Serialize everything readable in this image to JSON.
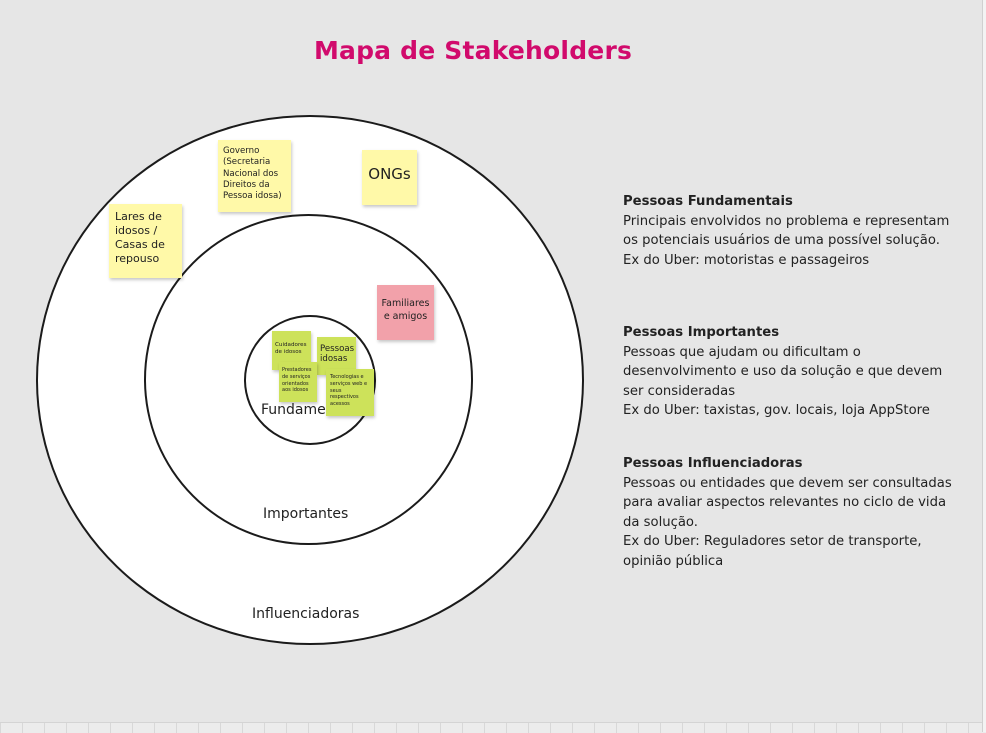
{
  "title": "Mapa de Stakeholders",
  "rings": {
    "inner_label": "Fundame",
    "middle_label": "Importantes",
    "outer_label": "Influenciadoras"
  },
  "stickies": {
    "lares": "Lares de idosos / Casas de repouso",
    "governo": "Governo (Secretaria Nacional dos Direitos da Pessoa idosa)",
    "ongs": "ONGs",
    "familiares": "Familiares e amigos",
    "cuidadores": "Cuidadores de idosos",
    "pessoas_idosas": "Pessoas idosas",
    "prestadores": "Prestadores de serviços orientados aos idosos",
    "tecnologia": "Tecnologias e serviços web e seus respectivos acessos"
  },
  "colors": {
    "title": "#d10a6c",
    "sticky_yellow": "#fff9a8",
    "sticky_pink": "#f2a1aa",
    "sticky_green": "#cde25a"
  },
  "legend": [
    {
      "heading": "Pessoas Fundamentais",
      "lines": [
        "Principais envolvidos no problema e representam",
        "os potenciais usuários de uma possível solução.",
        "Ex do Uber: motoristas e passageiros"
      ]
    },
    {
      "heading": "Pessoas Importantes",
      "lines": [
        "Pessoas que ajudam ou dificultam o",
        "desenvolvimento e uso da solução e que devem",
        "ser consideradas",
        "Ex do Uber: taxistas, gov. locais, loja AppStore"
      ]
    },
    {
      "heading": "Pessoas Influenciadoras",
      "lines": [
        "Pessoas ou entidades que devem ser consultadas",
        "para avaliar aspectos relevantes no ciclo de vida",
        "da solução.",
        "Ex do Uber: Reguladores setor de transporte,",
        "opinião pública"
      ]
    }
  ]
}
